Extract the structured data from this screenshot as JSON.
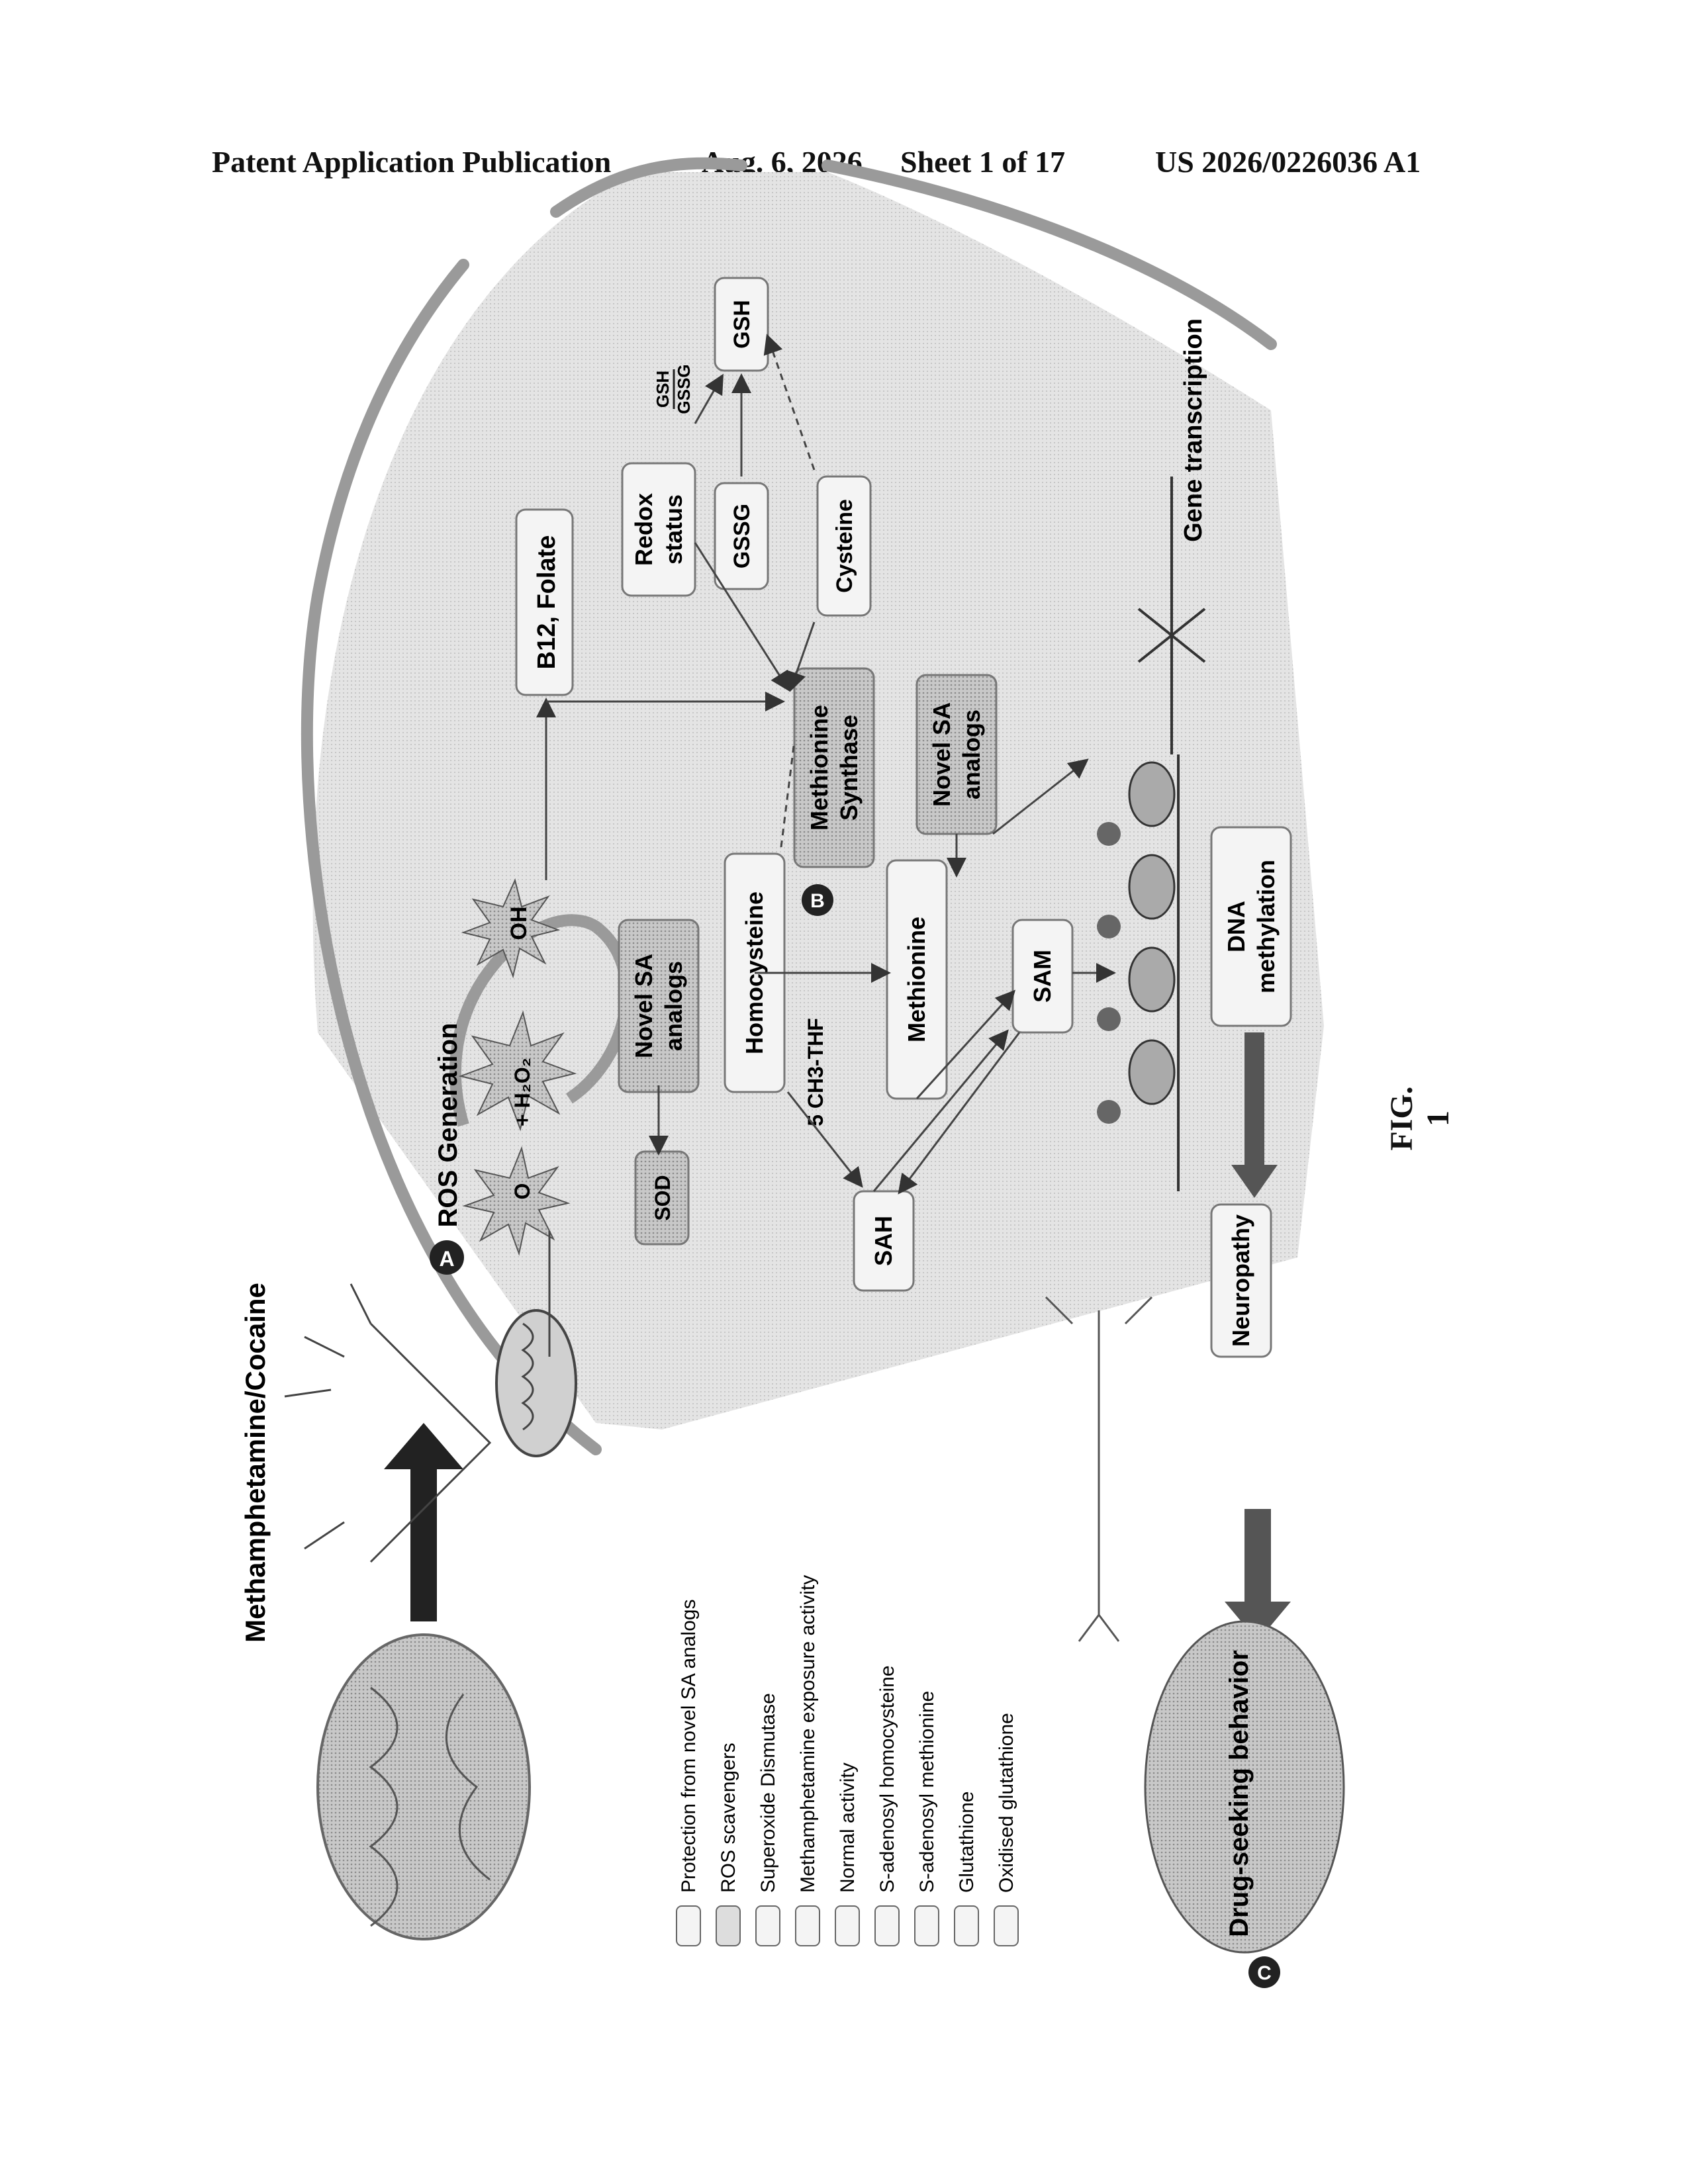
{
  "header": {
    "publication": "Patent Application Publication",
    "date": "Aug. 6, 2026",
    "sheet": "Sheet 1 of 17",
    "pub_number": "US 2026/0226036 A1"
  },
  "figure": {
    "label": "FIG. 1",
    "title": "Methamphetamine/Cocaine",
    "panels": {
      "a": {
        "marker": "A",
        "title": "ROS Generation"
      },
      "b": {
        "marker": "B"
      },
      "c": {
        "marker": "C",
        "title": "Drug-seeking behavior"
      }
    },
    "boxes": {
      "b12_folate": "B12, Folate",
      "redox": [
        "Redox",
        "status"
      ],
      "gssg": "GSSG",
      "gsh": "GSH",
      "cysteine": "Cysteine",
      "methionine_synthase": [
        "Methionine",
        "Synthase"
      ],
      "novel_sa_1": [
        "Novel SA",
        "analogs"
      ],
      "novel_sa_2": [
        "Novel SA",
        "analogs"
      ],
      "homocysteine": "Homocysteine",
      "methionine": "Methionine",
      "sam": "SAM",
      "sah": "SAH",
      "sod": "SOD",
      "dna_methylation": [
        "DNA",
        "methylation"
      ],
      "neuropathy": "Neuropathy",
      "gsh_gssg_ratio_top": "GSH",
      "gsh_gssg_ratio_bottom": "GSSG",
      "ch3_thf": "5 CH3-THF",
      "oh": "OH",
      "o2": "O",
      "h2o2": "+ H₂O₂",
      "gene_transcription": "Gene transcription"
    },
    "legend": [
      {
        "symbol": "arrow",
        "text": "Protection from novel SA analogs"
      },
      {
        "symbol": "box",
        "text": "ROS scavengers"
      },
      {
        "symbol": "SOD",
        "text": "Superoxide Dismutase"
      },
      {
        "symbol": "double-arrow",
        "text": "Methamphetamine exposure activity"
      },
      {
        "symbol": "thin-arrow",
        "text": "Normal activity"
      },
      {
        "symbol": "SAH",
        "text": "S-adenosyl homocysteine"
      },
      {
        "symbol": "SAM",
        "text": "S-adenosyl methionine"
      },
      {
        "symbol": "GSH",
        "text": "Glutathione"
      },
      {
        "symbol": "GSSG",
        "text": "Oxidised glutathione"
      }
    ]
  }
}
